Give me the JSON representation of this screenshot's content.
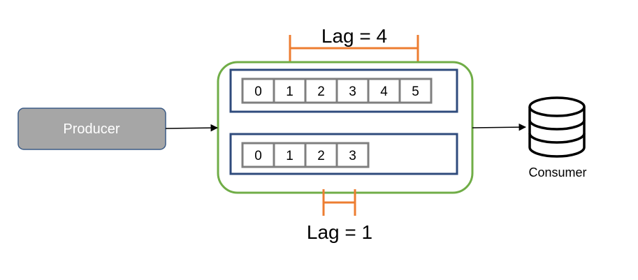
{
  "producer": {
    "label": "Producer"
  },
  "consumer": {
    "label": "Consumer",
    "icon": "database-icon"
  },
  "partitions": [
    {
      "offsets": [
        "0",
        "1",
        "2",
        "3",
        "4",
        "5"
      ],
      "lag_label": "Lag = 4"
    },
    {
      "offsets": [
        "0",
        "1",
        "2",
        "3"
      ],
      "lag_label": "Lag = 1"
    }
  ],
  "colors": {
    "broker_border": "#70ad47",
    "partition_border": "#2f4b7c",
    "cell_border": "#7f7f7f",
    "lag_marker": "#ed7d31",
    "producer_fill": "#a6a6a6",
    "producer_border": "#3a5a85",
    "arrow": "#000000"
  }
}
